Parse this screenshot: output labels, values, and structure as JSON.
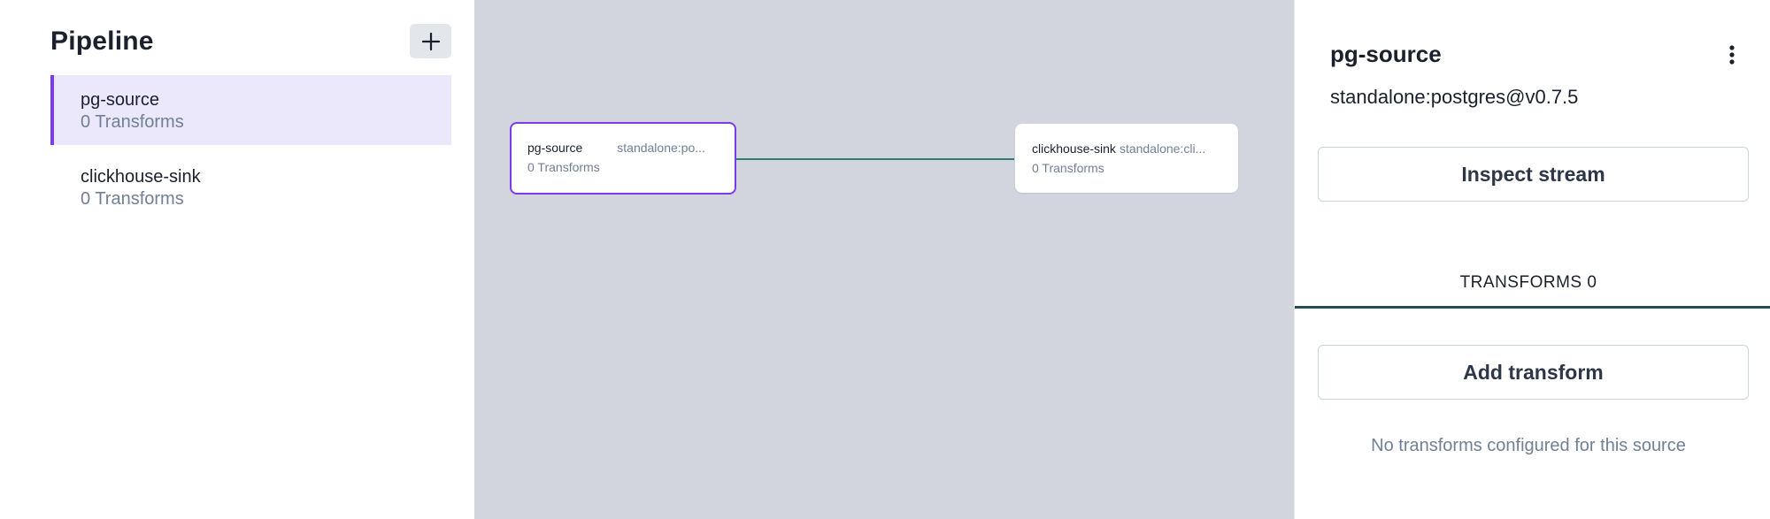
{
  "sidebar": {
    "title": "Pipeline",
    "add_icon": "plus-icon",
    "nodes": [
      {
        "name": "pg-source",
        "subtitle": "0 Transforms",
        "selected": true
      },
      {
        "name": "clickhouse-sink",
        "subtitle": "0 Transforms",
        "selected": false
      }
    ]
  },
  "canvas": {
    "source_node": {
      "name": "pg-source",
      "type": "standalone:po...",
      "subtitle": "0 Transforms"
    },
    "sink_node": {
      "name": "clickhouse-sink",
      "type": "standalone:cli...",
      "subtitle": "0 Transforms"
    },
    "edge_color": "#2f7d70",
    "selected_color": "#7c3aed"
  },
  "detail": {
    "title": "pg-source",
    "menu_icon": "kebab-menu-icon",
    "type": "standalone:postgres@v0.7.5",
    "inspect_label": "Inspect stream",
    "tab_label": "TRANSFORMS 0",
    "add_transform_label": "Add transform",
    "empty_message": "No transforms configured for this source"
  }
}
